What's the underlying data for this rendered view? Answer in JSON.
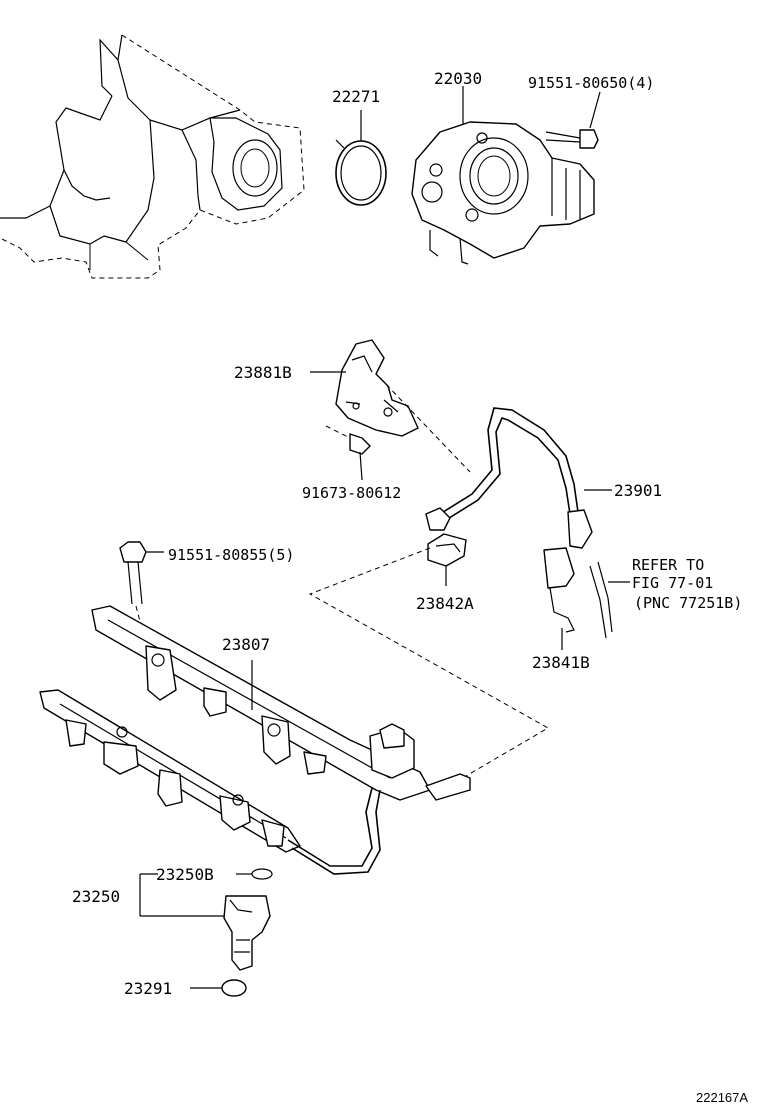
{
  "labels": {
    "p22271": "22271",
    "p22030": "22030",
    "p91551_80650": "91551-80650(4)",
    "p23881B": "23881B",
    "p91673_80612": "91673-80612",
    "p23901": "23901",
    "p91551_80855": "91551-80855(5)",
    "p23842A": "23842A",
    "p23841B": "23841B",
    "refer_line1": "REFER TO",
    "refer_line2": "FIG 77-01",
    "refer_line3": "(PNC 77251B)",
    "p23807": "23807",
    "p23250B": "23250B",
    "p23250": "23250",
    "p23291": "23291",
    "figure_id": "222167A"
  }
}
